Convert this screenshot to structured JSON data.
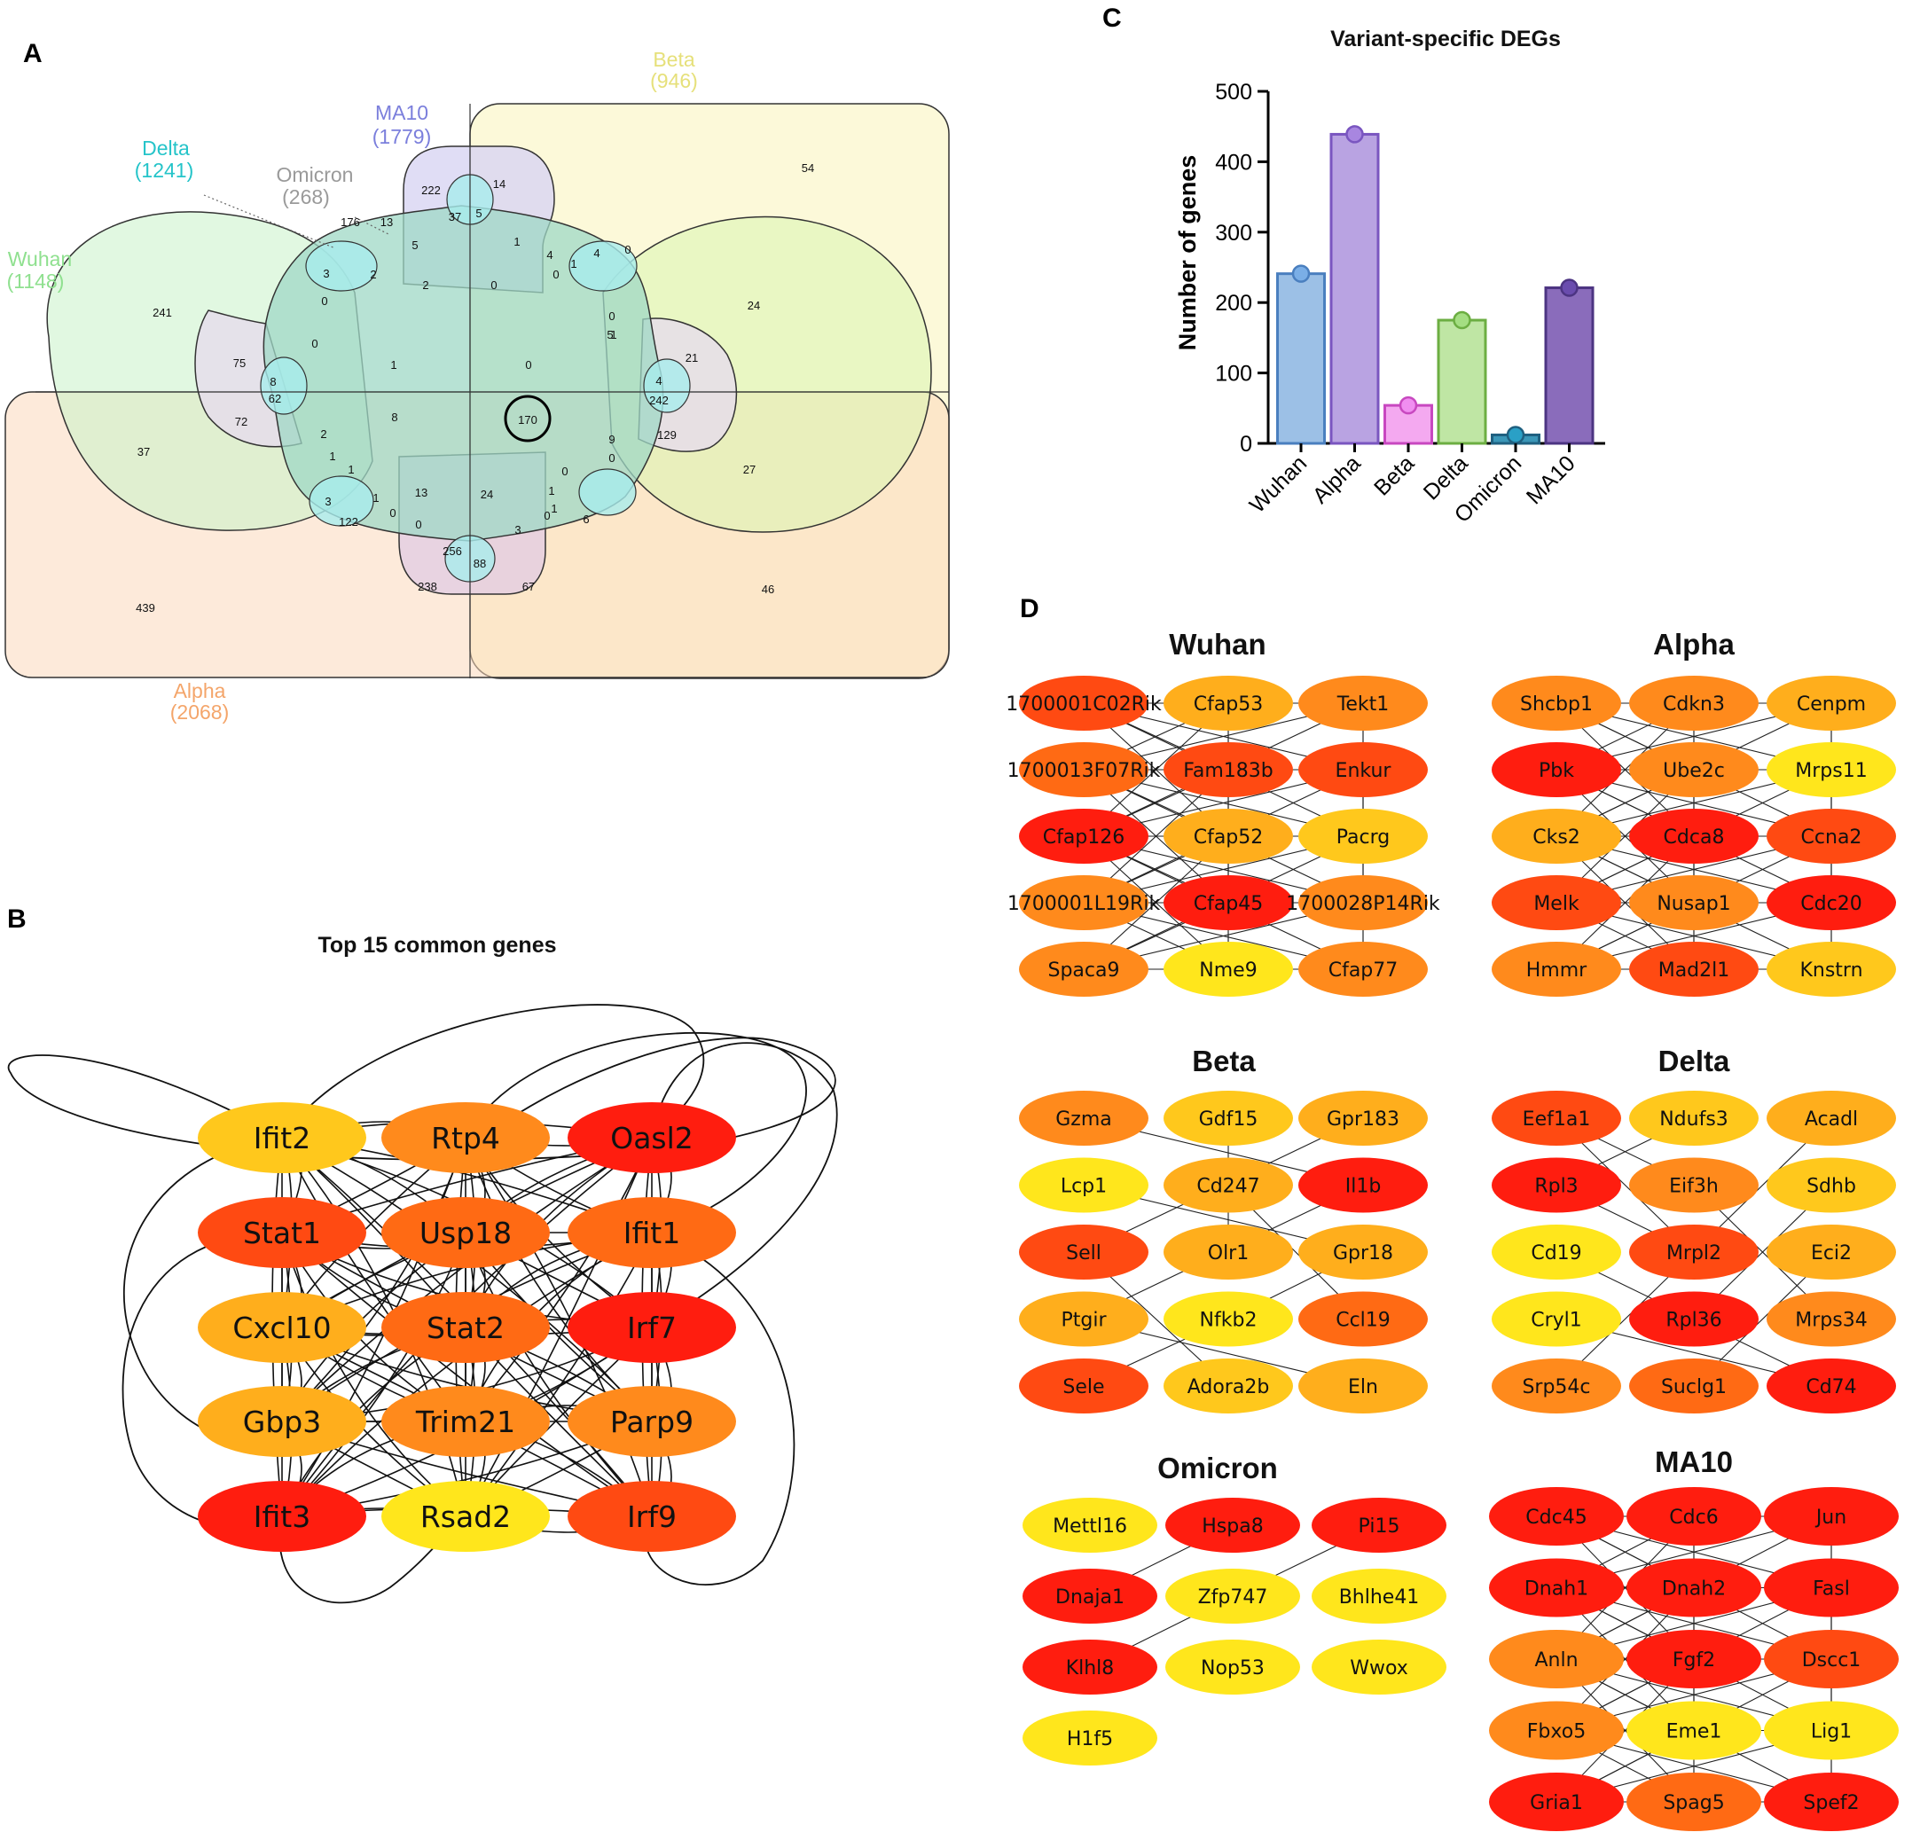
{
  "panel_labels": {
    "a": "A",
    "b": "B",
    "c": "C",
    "d": "D"
  },
  "colors": {
    "red": "#ff1d0f",
    "red_orange": "#ff4a12",
    "orange_red": "#ff6a14",
    "orange": "#ff8a1c",
    "amber": "#ffae1c",
    "gold": "#ffc81c",
    "yellow": "#ffe61c"
  },
  "venn": {
    "sets": [
      {
        "name": "Wuhan",
        "count": "(1148)",
        "color": "#8fe08f"
      },
      {
        "name": "Delta",
        "count": "(1241)",
        "color": "#25c4c9"
      },
      {
        "name": "Omicron",
        "count": "(268)",
        "color": "#9a9a9a"
      },
      {
        "name": "MA10",
        "count": "(1779)",
        "color": "#7b7fdc"
      },
      {
        "name": "Beta",
        "count": "(946)",
        "color": "#e6e07a"
      },
      {
        "name": "Alpha",
        "count": "(2068)",
        "color": "#f4a56a"
      }
    ],
    "region_counts": [
      "54",
      "222",
      "14",
      "37",
      "5",
      "176",
      "13",
      "5",
      "1",
      "4",
      "4",
      "0",
      "3",
      "2",
      "2",
      "0",
      "0",
      "1",
      "0",
      "24",
      "241",
      "0",
      "5",
      "0",
      "75",
      "1",
      "0",
      "1",
      "21",
      "8",
      "62",
      "4",
      "242",
      "8",
      "170",
      "72",
      "2",
      "9",
      "129",
      "37",
      "1",
      "0",
      "27",
      "1",
      "0",
      "3",
      "1",
      "13",
      "24",
      "1",
      "1",
      "122",
      "0",
      "0",
      "3",
      "0",
      "6",
      "256",
      "88",
      "238",
      "67",
      "46",
      "439"
    ],
    "highlight": "170"
  },
  "network_b": {
    "title": "Top 15 common genes",
    "nodes": [
      {
        "label": "Ifit2",
        "color": "gold"
      },
      {
        "label": "Rtp4",
        "color": "orange"
      },
      {
        "label": "Oasl2",
        "color": "red"
      },
      {
        "label": "Stat1",
        "color": "red_orange"
      },
      {
        "label": "Usp18",
        "color": "orange_red"
      },
      {
        "label": "Ifit1",
        "color": "orange_red"
      },
      {
        "label": "Cxcl10",
        "color": "amber"
      },
      {
        "label": "Stat2",
        "color": "orange_red"
      },
      {
        "label": "Irf7",
        "color": "red"
      },
      {
        "label": "Gbp3",
        "color": "amber"
      },
      {
        "label": "Trim21",
        "color": "orange"
      },
      {
        "label": "Parp9",
        "color": "orange"
      },
      {
        "label": "Ifit3",
        "color": "red"
      },
      {
        "label": "Rsad2",
        "color": "yellow"
      },
      {
        "label": "Irf9",
        "color": "red_orange"
      }
    ]
  },
  "chart_data": {
    "type": "bar",
    "title": "Variant-specific DEGs",
    "xlabel": "",
    "ylabel": "Number of genes",
    "ylim": [
      0,
      500
    ],
    "yticks": [
      "0",
      "100",
      "200",
      "300",
      "400",
      "500"
    ],
    "categories": [
      "Wuhan",
      "Alpha",
      "Beta",
      "Delta",
      "Omicron",
      "MA10"
    ],
    "values": [
      241,
      439,
      54,
      175,
      12,
      221
    ],
    "fill_colors": [
      "#9cc0e6",
      "#b9a3e2",
      "#f4a9f0",
      "#bfe6a4",
      "#3b97b8",
      "#8a6cbb"
    ],
    "edge_colors": [
      "#4a7fbf",
      "#7a56c0",
      "#c848c0",
      "#6cae42",
      "#1f6080",
      "#4c3482"
    ],
    "dot_colors": [
      "#7aaee6",
      "#a886e0",
      "#f08ef0",
      "#a4de82",
      "#2aa0c6",
      "#6a4cae"
    ]
  },
  "networks_d": [
    {
      "title": "Wuhan",
      "rows": [
        [
          {
            "label": "1700001C02Rik",
            "color": "red_orange"
          },
          {
            "label": "Cfap53",
            "color": "amber"
          },
          {
            "label": "Tekt1",
            "color": "orange"
          }
        ],
        [
          {
            "label": "1700013F07Rik",
            "color": "orange_red"
          },
          {
            "label": "Fam183b",
            "color": "red_orange"
          },
          {
            "label": "Enkur",
            "color": "red_orange"
          }
        ],
        [
          {
            "label": "Cfap126",
            "color": "red"
          },
          {
            "label": "Cfap52",
            "color": "amber"
          },
          {
            "label": "Pacrg",
            "color": "gold"
          }
        ],
        [
          {
            "label": "1700001L19Rik",
            "color": "orange"
          },
          {
            "label": "Cfap45",
            "color": "red"
          },
          {
            "label": "1700028P14Rik",
            "color": "orange"
          }
        ],
        [
          {
            "label": "Spaca9",
            "color": "orange"
          },
          {
            "label": "Nme9",
            "color": "yellow"
          },
          {
            "label": "Cfap77",
            "color": "orange"
          }
        ]
      ]
    },
    {
      "title": "Alpha",
      "rows": [
        [
          {
            "label": "Shcbp1",
            "color": "orange"
          },
          {
            "label": "Cdkn3",
            "color": "orange"
          },
          {
            "label": "Cenpm",
            "color": "amber"
          }
        ],
        [
          {
            "label": "Pbk",
            "color": "red"
          },
          {
            "label": "Ube2c",
            "color": "orange"
          },
          {
            "label": "Mrps11",
            "color": "yellow"
          }
        ],
        [
          {
            "label": "Cks2",
            "color": "amber"
          },
          {
            "label": "Cdca8",
            "color": "red"
          },
          {
            "label": "Ccna2",
            "color": "red_orange"
          }
        ],
        [
          {
            "label": "Melk",
            "color": "red_orange"
          },
          {
            "label": "Nusap1",
            "color": "orange"
          },
          {
            "label": "Cdc20",
            "color": "red"
          }
        ],
        [
          {
            "label": "Hmmr",
            "color": "orange"
          },
          {
            "label": "Mad2l1",
            "color": "red_orange"
          },
          {
            "label": "Knstrn",
            "color": "gold"
          }
        ]
      ]
    },
    {
      "title": "Beta",
      "rows": [
        [
          {
            "label": "Gzma",
            "color": "orange"
          },
          {
            "label": "Gdf15",
            "color": "gold"
          },
          {
            "label": "Gpr183",
            "color": "amber"
          }
        ],
        [
          {
            "label": "Lcp1",
            "color": "yellow"
          },
          {
            "label": "Cd247",
            "color": "amber"
          },
          {
            "label": "Il1b",
            "color": "red"
          }
        ],
        [
          {
            "label": "Sell",
            "color": "red_orange"
          },
          {
            "label": "Olr1",
            "color": "amber"
          },
          {
            "label": "Gpr18",
            "color": "amber"
          }
        ],
        [
          {
            "label": "Ptgir",
            "color": "amber"
          },
          {
            "label": "Nfkb2",
            "color": "yellow"
          },
          {
            "label": "Ccl19",
            "color": "orange_red"
          }
        ],
        [
          {
            "label": "Sele",
            "color": "red_orange"
          },
          {
            "label": "Adora2b",
            "color": "gold"
          },
          {
            "label": "Eln",
            "color": "amber"
          }
        ]
      ]
    },
    {
      "title": "Delta",
      "rows": [
        [
          {
            "label": "Eef1a1",
            "color": "red_orange"
          },
          {
            "label": "Ndufs3",
            "color": "gold"
          },
          {
            "label": "Acadl",
            "color": "amber"
          }
        ],
        [
          {
            "label": "Rpl3",
            "color": "red"
          },
          {
            "label": "Eif3h",
            "color": "orange"
          },
          {
            "label": "Sdhb",
            "color": "gold"
          }
        ],
        [
          {
            "label": "Cd19",
            "color": "yellow"
          },
          {
            "label": "Mrpl2",
            "color": "red_orange"
          },
          {
            "label": "Eci2",
            "color": "amber"
          }
        ],
        [
          {
            "label": "Cryl1",
            "color": "yellow"
          },
          {
            "label": "Rpl36",
            "color": "red"
          },
          {
            "label": "Mrps34",
            "color": "orange"
          }
        ],
        [
          {
            "label": "Srp54c",
            "color": "orange"
          },
          {
            "label": "Suclg1",
            "color": "orange_red"
          },
          {
            "label": "Cd74",
            "color": "red"
          }
        ]
      ]
    },
    {
      "title": "Omicron",
      "rows": [
        [
          {
            "label": "Mettl16",
            "color": "yellow"
          },
          {
            "label": "Hspa8",
            "color": "red"
          },
          {
            "label": "Pi15",
            "color": "red"
          }
        ],
        [
          {
            "label": "Dnaja1",
            "color": "red"
          },
          {
            "label": "Zfp747",
            "color": "yellow"
          },
          {
            "label": "Bhlhe41",
            "color": "yellow"
          }
        ],
        [
          {
            "label": "Klhl8",
            "color": "red"
          },
          {
            "label": "Nop53",
            "color": "yellow"
          },
          {
            "label": "Wwox",
            "color": "yellow"
          }
        ],
        [
          {
            "label": "H1f5",
            "color": "yellow"
          }
        ]
      ]
    },
    {
      "title": "MA10",
      "rows": [
        [
          {
            "label": "Cdc45",
            "color": "red"
          },
          {
            "label": "Cdc6",
            "color": "red"
          },
          {
            "label": "Jun",
            "color": "red"
          }
        ],
        [
          {
            "label": "Dnah1",
            "color": "red"
          },
          {
            "label": "Dnah2",
            "color": "red"
          },
          {
            "label": "Fasl",
            "color": "red"
          }
        ],
        [
          {
            "label": "Anln",
            "color": "orange"
          },
          {
            "label": "Fgf2",
            "color": "red"
          },
          {
            "label": "Dscc1",
            "color": "red_orange"
          }
        ],
        [
          {
            "label": "Fbxo5",
            "color": "orange"
          },
          {
            "label": "Eme1",
            "color": "yellow"
          },
          {
            "label": "Lig1",
            "color": "yellow"
          }
        ],
        [
          {
            "label": "Gria1",
            "color": "red"
          },
          {
            "label": "Spag5",
            "color": "orange_red"
          },
          {
            "label": "Spef2",
            "color": "red"
          }
        ]
      ]
    }
  ]
}
